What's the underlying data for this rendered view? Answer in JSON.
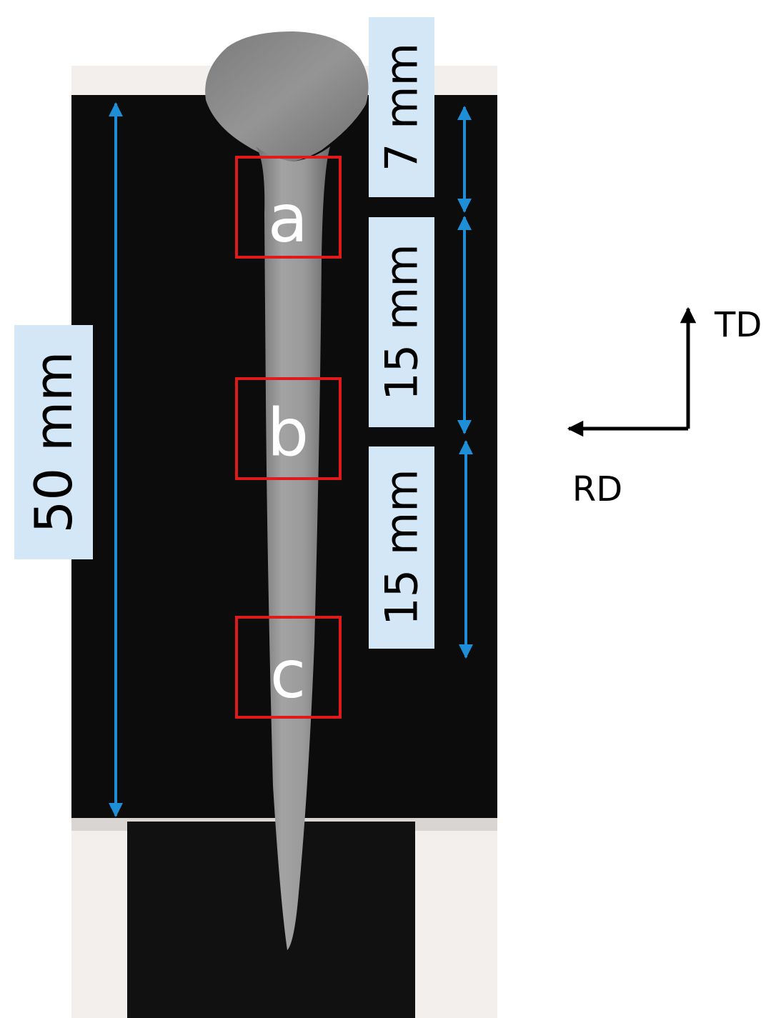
{
  "dimensions": {
    "total_length": "50 mm",
    "head_segment": "7 mm",
    "middle_segment": "15 mm",
    "lower_segment": "15 mm"
  },
  "regions": [
    {
      "label": "a"
    },
    {
      "label": "b"
    },
    {
      "label": "c"
    }
  ],
  "axes": {
    "vertical": "TD",
    "horizontal": "RD"
  },
  "colors": {
    "block": "#0c0c0c",
    "rivet": "#8f8f8f",
    "dimension_arrow": "#1e8fd6",
    "label_box": "#d3e7f6",
    "region_box": "#e0191b",
    "axis_arrow": "#000000"
  }
}
